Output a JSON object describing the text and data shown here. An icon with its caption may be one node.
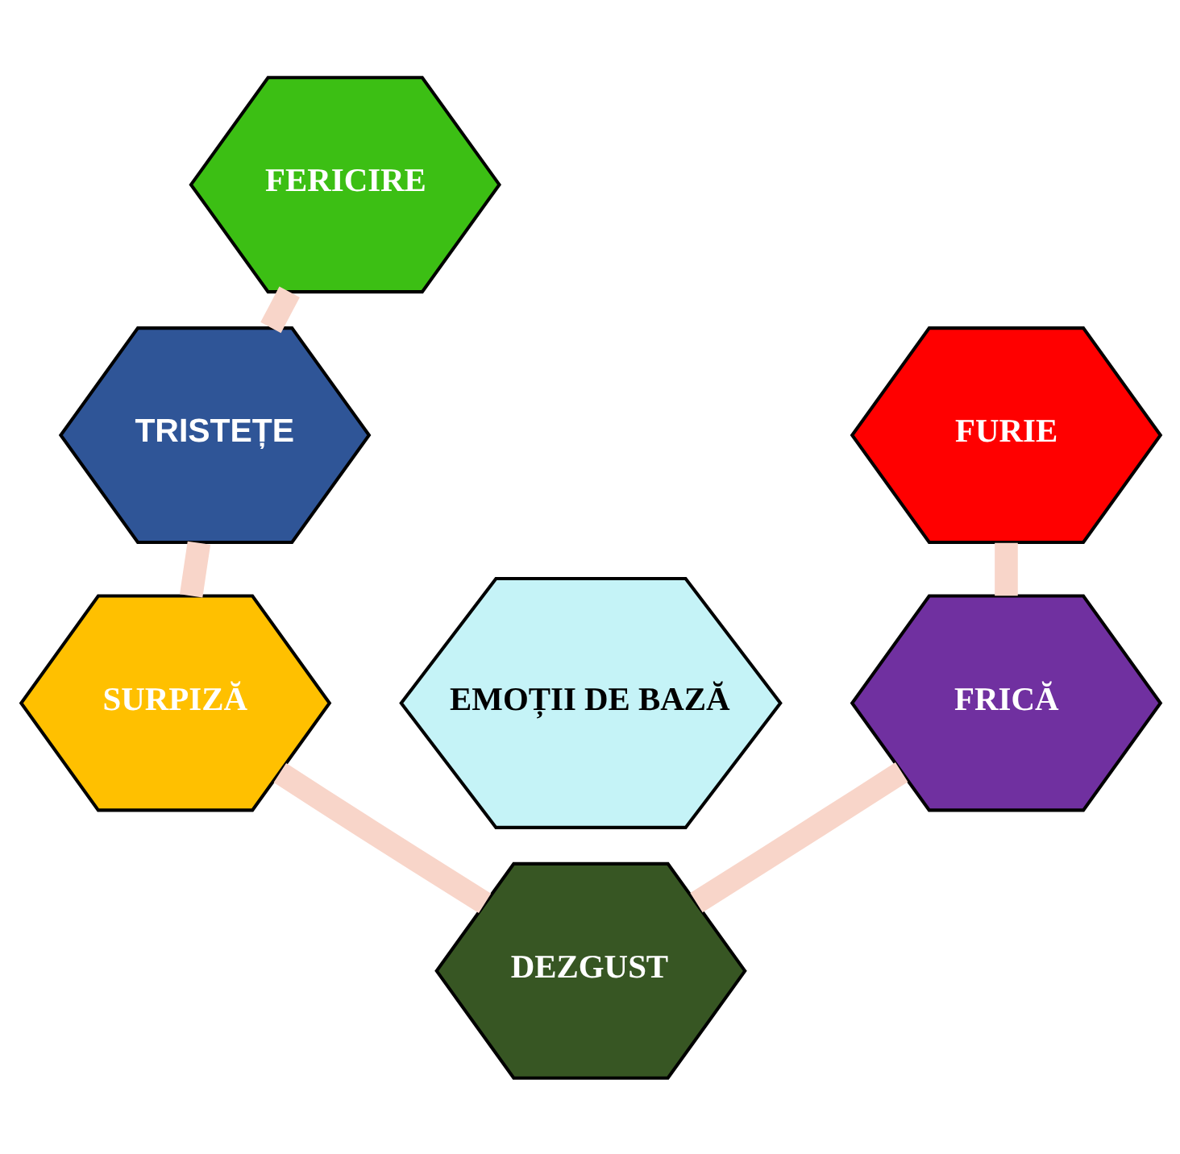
{
  "diagram": {
    "nodes": [
      {
        "text": [
          "FERICIRE"
        ]
      },
      {
        "text": [
          "FURIE"
        ]
      },
      {
        "text": [
          "TRISTEȚE"
        ]
      },
      {
        "text": [
          "EMOȚII DE BAZĂ"
        ]
      },
      {
        "text": [
          "FRICĂ"
        ]
      },
      {
        "text": [
          "SURPIZĂ"
        ]
      },
      {
        "text": [
          "DEZGUST"
        ]
      }
    ],
    "edges": [
      {
        "from": 0,
        "to": 2,
        "arrow": "none"
      },
      {
        "from": 2,
        "to": 5,
        "arrow": "none"
      },
      {
        "from": 5,
        "to": 6,
        "arrow": "none"
      },
      {
        "from": 6,
        "to": 4,
        "arrow": "none"
      },
      {
        "from": 4,
        "to": 1,
        "arrow": "none"
      }
    ]
  }
}
